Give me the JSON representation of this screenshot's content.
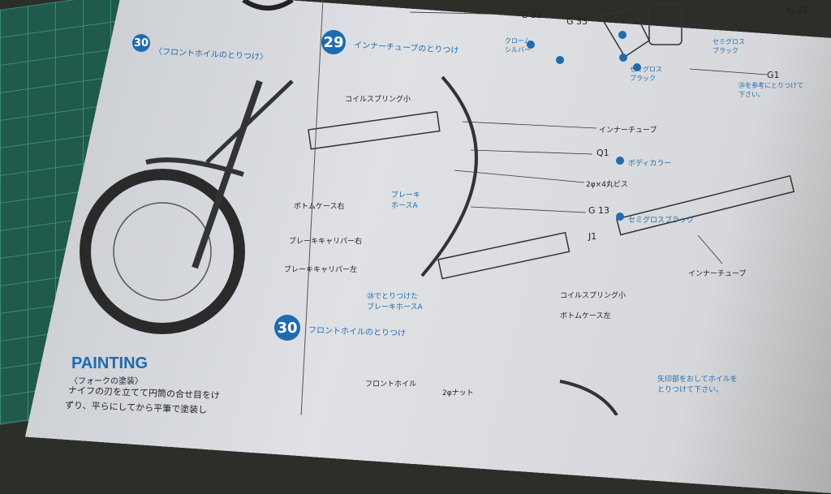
{
  "step30_left": {
    "number": "30",
    "title": "〈フロントホイルのとりつけ〉"
  },
  "step29": {
    "number": "29",
    "title": "インナーチューブのとりつけ"
  },
  "step30": {
    "number": "30",
    "title": "フロントホイルのとりつけ"
  },
  "parts": {
    "g32": "G 32",
    "g33": "G 33",
    "g31": "G 31",
    "g1": "G1",
    "q1": "Q1",
    "g13": "G 13",
    "j1": "J1"
  },
  "labels": {
    "chrome_silver": "クローム\nシルバー",
    "semigloss_black_1": "セミグロス\nブラック",
    "semigloss_black_2": "セミグロス\nブラック",
    "g1_note": "㉘を参考にとりつけて下さい。",
    "coil_spring_top": "コイルスプリング小",
    "inner_tube_top": "インナーチューブ",
    "body_color": "ボディカラー",
    "screw": "2φ×4丸ビス",
    "semigloss_black_3": "セミグロスブラック",
    "brake_hose_a": "ブレーキ\nホースA",
    "bottom_case_right": "ボトムケース右",
    "brake_caliper_right": "ブレーキキャリパー右",
    "brake_caliper_left": "ブレーキキャリパー左",
    "brake_hose_attached": "㉘でとりつけた\nブレーキホースA",
    "inner_tube_right": "インナーチューブ",
    "coil_spring_bottom": "コイルスプリング小",
    "bottom_case_left": "ボトムケース左",
    "front_wheel": "フロントホイル",
    "nut": "2φナット",
    "arrow_note": "矢印部をおしてホイルを\nとりつけて下さい。"
  },
  "painting": {
    "heading": "PAINTING",
    "subheading": "〈フォークの塗装〉",
    "line1": "ナイフの刃を立てて円筒の合せ目をけ",
    "line2": "ずり、平らにしてから平筆で塗装し"
  },
  "colors": {
    "accent": "#1e6bb0",
    "mat": "#1f5a4c"
  }
}
